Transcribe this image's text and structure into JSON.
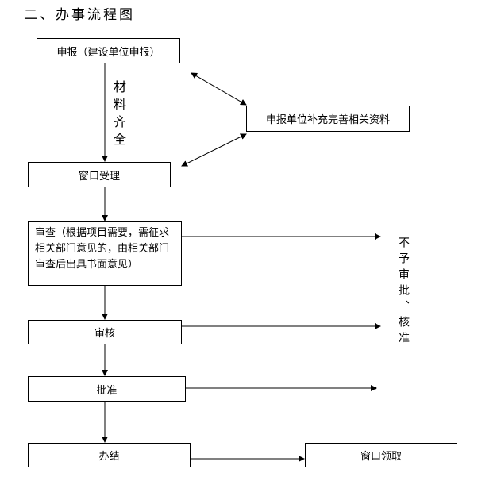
{
  "title": "二、办事流程图",
  "boxes": {
    "apply": "申报（建设单位申报）",
    "supplement": "申报单位补充完善相关资料",
    "accept": "窗口受理",
    "review": "审查（根据项目需要，需征求相关部门意见的，由相关部门审查后出具书面意见）",
    "verify": "审核",
    "approve": "批准",
    "complete": "办结",
    "pickup": "窗口领取"
  },
  "labels": {
    "materials": "材料齐全",
    "reject": "不予审批、核准"
  }
}
